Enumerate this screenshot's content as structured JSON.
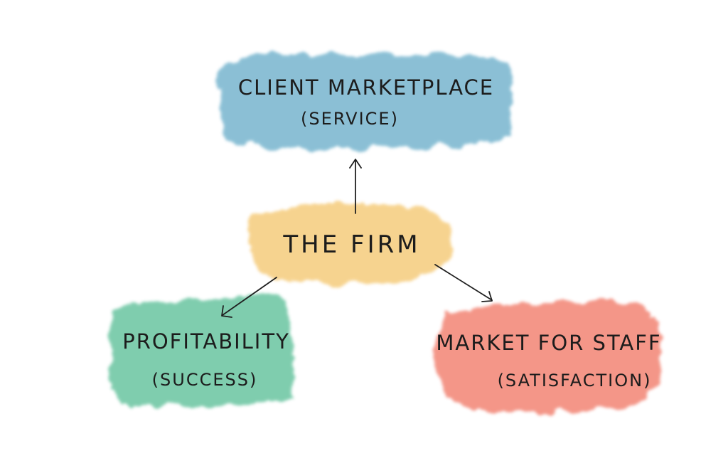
{
  "nodes": {
    "client": {
      "title": "CLIENT MARKETPLACE",
      "subtitle": "(SERVICE)",
      "color": "#7fb9d1"
    },
    "firm": {
      "title": "THE FIRM",
      "color": "#f6cf83"
    },
    "profit": {
      "title": "PROFITABILITY",
      "subtitle": "(SUCCESS)",
      "color": "#72c8a6"
    },
    "staff": {
      "title": "MARKET FOR STAFF",
      "subtitle": "(SATISFACTION)",
      "color": "#f38b7c"
    }
  },
  "edges": [
    {
      "from": "firm",
      "to": "client"
    },
    {
      "from": "firm",
      "to": "profit"
    },
    {
      "from": "firm",
      "to": "staff"
    }
  ]
}
